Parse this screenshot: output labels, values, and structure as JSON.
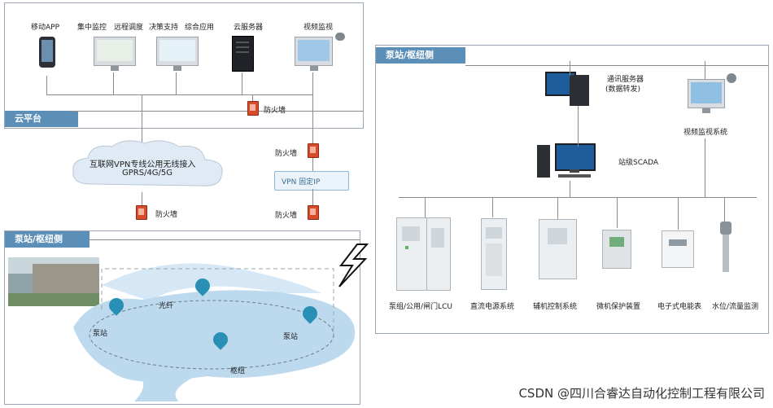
{
  "cloud": {
    "title": "云平台",
    "items": [
      {
        "name": "mobile-app",
        "label": "移动APP"
      },
      {
        "name": "central-monitor",
        "label": "集中监控"
      },
      {
        "name": "remote-dispatch",
        "label": "远程调度"
      },
      {
        "name": "decision-support",
        "label": "决策支持"
      },
      {
        "name": "integrated-app",
        "label": "综合应用"
      },
      {
        "name": "cloud-server",
        "label": "云服务器"
      },
      {
        "name": "video-monitor",
        "label": "视频监视"
      }
    ],
    "firewall": "防火墙"
  },
  "network": {
    "cloud_text_1": "互联网VPN专线公用无线接入",
    "cloud_text_2": "GPRS/4G/5G",
    "firewall_left": "防火墙",
    "firewall_right_top": "防火墙",
    "firewall_right_bottom": "防火墙",
    "vpn_label": "VPN 固定IP"
  },
  "left_site": {
    "title": "泵站/枢纽侧",
    "fiber_label": "光纤",
    "pump_station_left": "泵站",
    "pump_station_right": "泵站",
    "hub": "枢纽"
  },
  "right_site": {
    "title": "泵站/枢纽侧",
    "comm_server_1": "通讯服务器",
    "comm_server_2": "(数据转发)",
    "video_system": "视频监视系统",
    "scada": "站级SCADA",
    "devices": [
      {
        "name": "lcu",
        "label": "泵组/公用/闸门LCU"
      },
      {
        "name": "dc-power",
        "label": "直流电源系统"
      },
      {
        "name": "aux-control",
        "label": "辅机控制系统"
      },
      {
        "name": "protection",
        "label": "微机保护装置"
      },
      {
        "name": "energy-meter",
        "label": "电子式电能表"
      },
      {
        "name": "level-flow",
        "label": "水位/流量监测"
      }
    ]
  },
  "watermark": "CSDN @四川合睿达自动化控制工程有限公司",
  "colors": {
    "accent": "#5b8fb8",
    "firewall": "#d84b2a",
    "river": "#bcd9ee",
    "pin": "#2a8fb5"
  }
}
